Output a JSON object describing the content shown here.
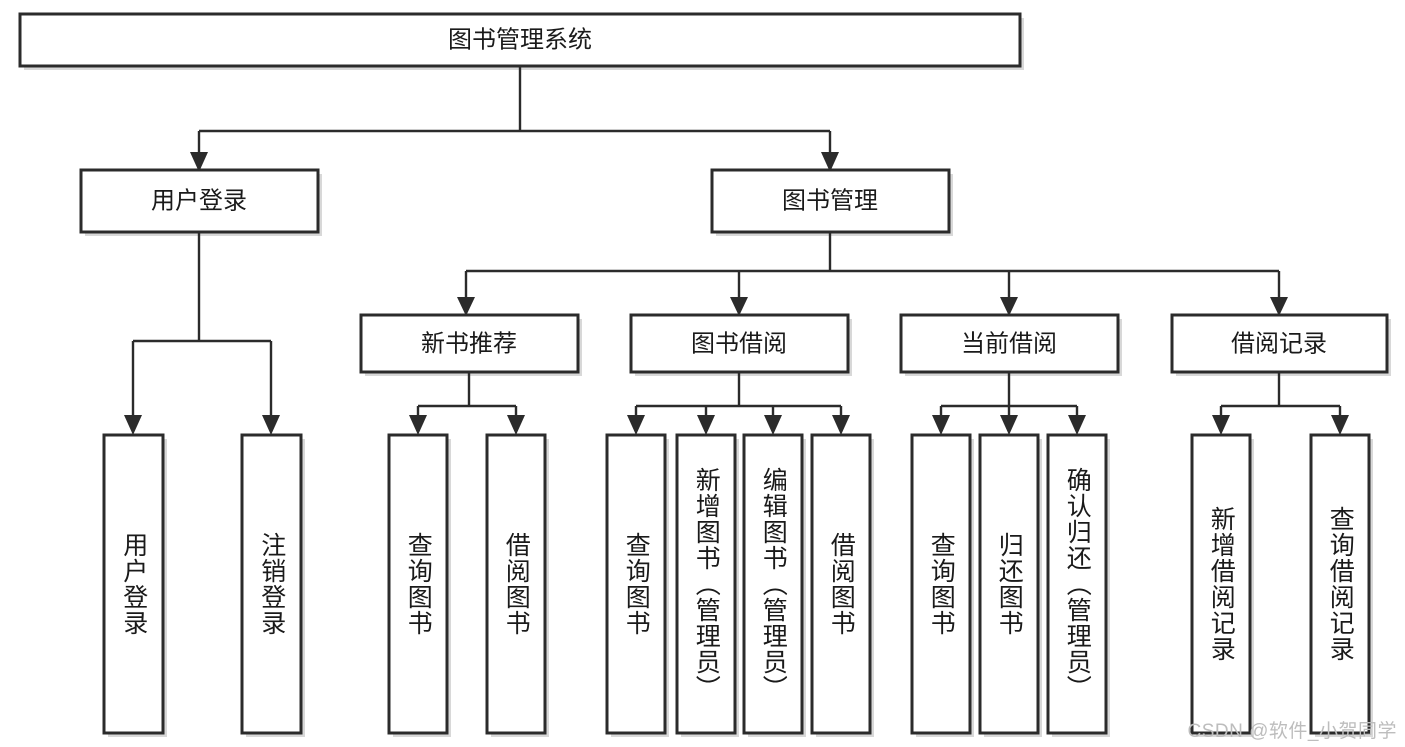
{
  "diagram": {
    "title": "图书管理系统",
    "type": "hierarchy-tree",
    "root": {
      "id": "root",
      "label": "图书管理系统",
      "orientation": "horizontal"
    },
    "level2": [
      {
        "id": "user-login",
        "label": "用户登录",
        "orientation": "horizontal"
      },
      {
        "id": "book-manage",
        "label": "图书管理",
        "orientation": "horizontal"
      }
    ],
    "level3": [
      {
        "id": "new-book-rec",
        "label": "新书推荐",
        "orientation": "horizontal",
        "parent": "book-manage"
      },
      {
        "id": "book-borrow",
        "label": "图书借阅",
        "orientation": "horizontal",
        "parent": "book-manage"
      },
      {
        "id": "current-borrow",
        "label": "当前借阅",
        "orientation": "horizontal",
        "parent": "book-manage"
      },
      {
        "id": "borrow-record",
        "label": "借阅记录",
        "orientation": "horizontal",
        "parent": "book-manage"
      }
    ],
    "leaves": [
      {
        "id": "leaf-user-login",
        "label": "用户登录",
        "orientation": "vertical",
        "parent": "user-login"
      },
      {
        "id": "leaf-logout",
        "label": "注销登录",
        "orientation": "vertical",
        "parent": "user-login"
      },
      {
        "id": "leaf-query-book-1",
        "label": "查询图书",
        "orientation": "vertical",
        "parent": "new-book-rec"
      },
      {
        "id": "leaf-borrow-book-1",
        "label": "借阅图书",
        "orientation": "vertical",
        "parent": "new-book-rec"
      },
      {
        "id": "leaf-query-book-2",
        "label": "查询图书",
        "orientation": "vertical",
        "parent": "book-borrow"
      },
      {
        "id": "leaf-add-book",
        "label": "新增图书（管理员）",
        "orientation": "vertical",
        "parent": "book-borrow"
      },
      {
        "id": "leaf-edit-book",
        "label": "编辑图书（管理员）",
        "orientation": "vertical",
        "parent": "book-borrow"
      },
      {
        "id": "leaf-borrow-book-2",
        "label": "借阅图书",
        "orientation": "vertical",
        "parent": "book-borrow"
      },
      {
        "id": "leaf-query-book-3",
        "label": "查询图书",
        "orientation": "vertical",
        "parent": "current-borrow"
      },
      {
        "id": "leaf-return-book",
        "label": "归还图书",
        "orientation": "vertical",
        "parent": "current-borrow"
      },
      {
        "id": "leaf-confirm-return",
        "label": "确认归还（管理员）",
        "orientation": "vertical",
        "parent": "current-borrow"
      },
      {
        "id": "leaf-add-record",
        "label": "新增借阅记录",
        "orientation": "vertical",
        "parent": "borrow-record"
      },
      {
        "id": "leaf-query-record",
        "label": "查询借阅记录",
        "orientation": "vertical",
        "parent": "borrow-record"
      }
    ],
    "colors": {
      "stroke": "#2b2b2b",
      "fill": "#ffffff",
      "text": "#1a1a1a",
      "watermark": "#bdbdbd"
    }
  },
  "watermark": {
    "text": "CSDN @软件_小贺同学"
  }
}
